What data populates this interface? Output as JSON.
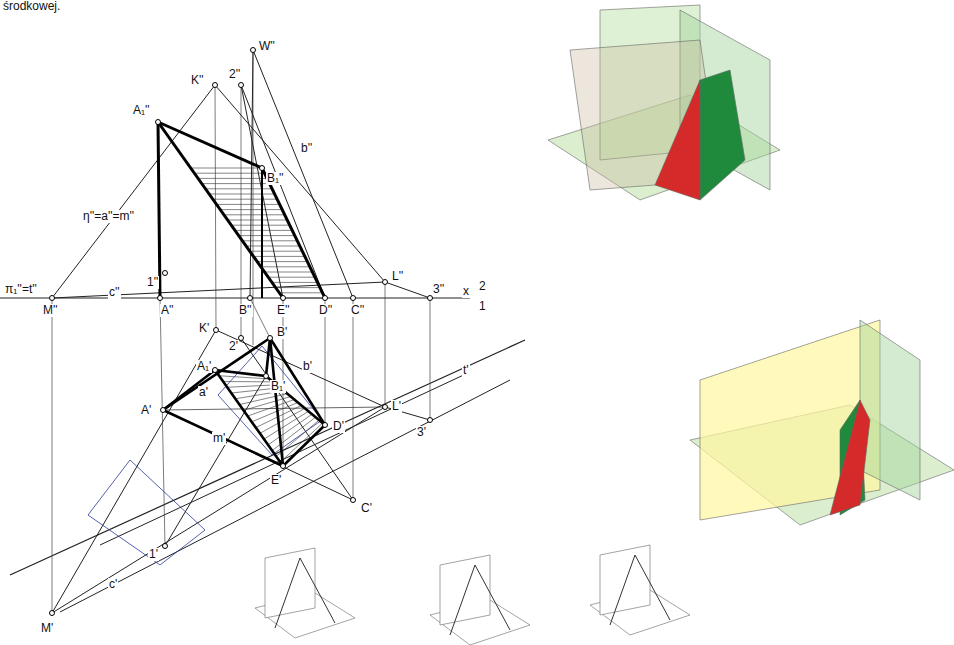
{
  "diagram": {
    "labels": [
      "środkowej.",
      "K''",
      "W''",
      "2''",
      "A₁''",
      "B₁''",
      "b''",
      "η''=a''=m''",
      "L''",
      "1''",
      "c''",
      "π₁''=t''",
      "M''",
      "A''",
      "B''",
      "E''",
      "D''",
      "C''",
      "3''",
      "x",
      "2",
      "1",
      "K'",
      "2'",
      "B'",
      "b'",
      "B₁'",
      "L'",
      "A₁'",
      "a'",
      "A'",
      "D'",
      "3'",
      "t'",
      "E'",
      "C'",
      "m'",
      "1'",
      "c'",
      "M'"
    ]
  }
}
